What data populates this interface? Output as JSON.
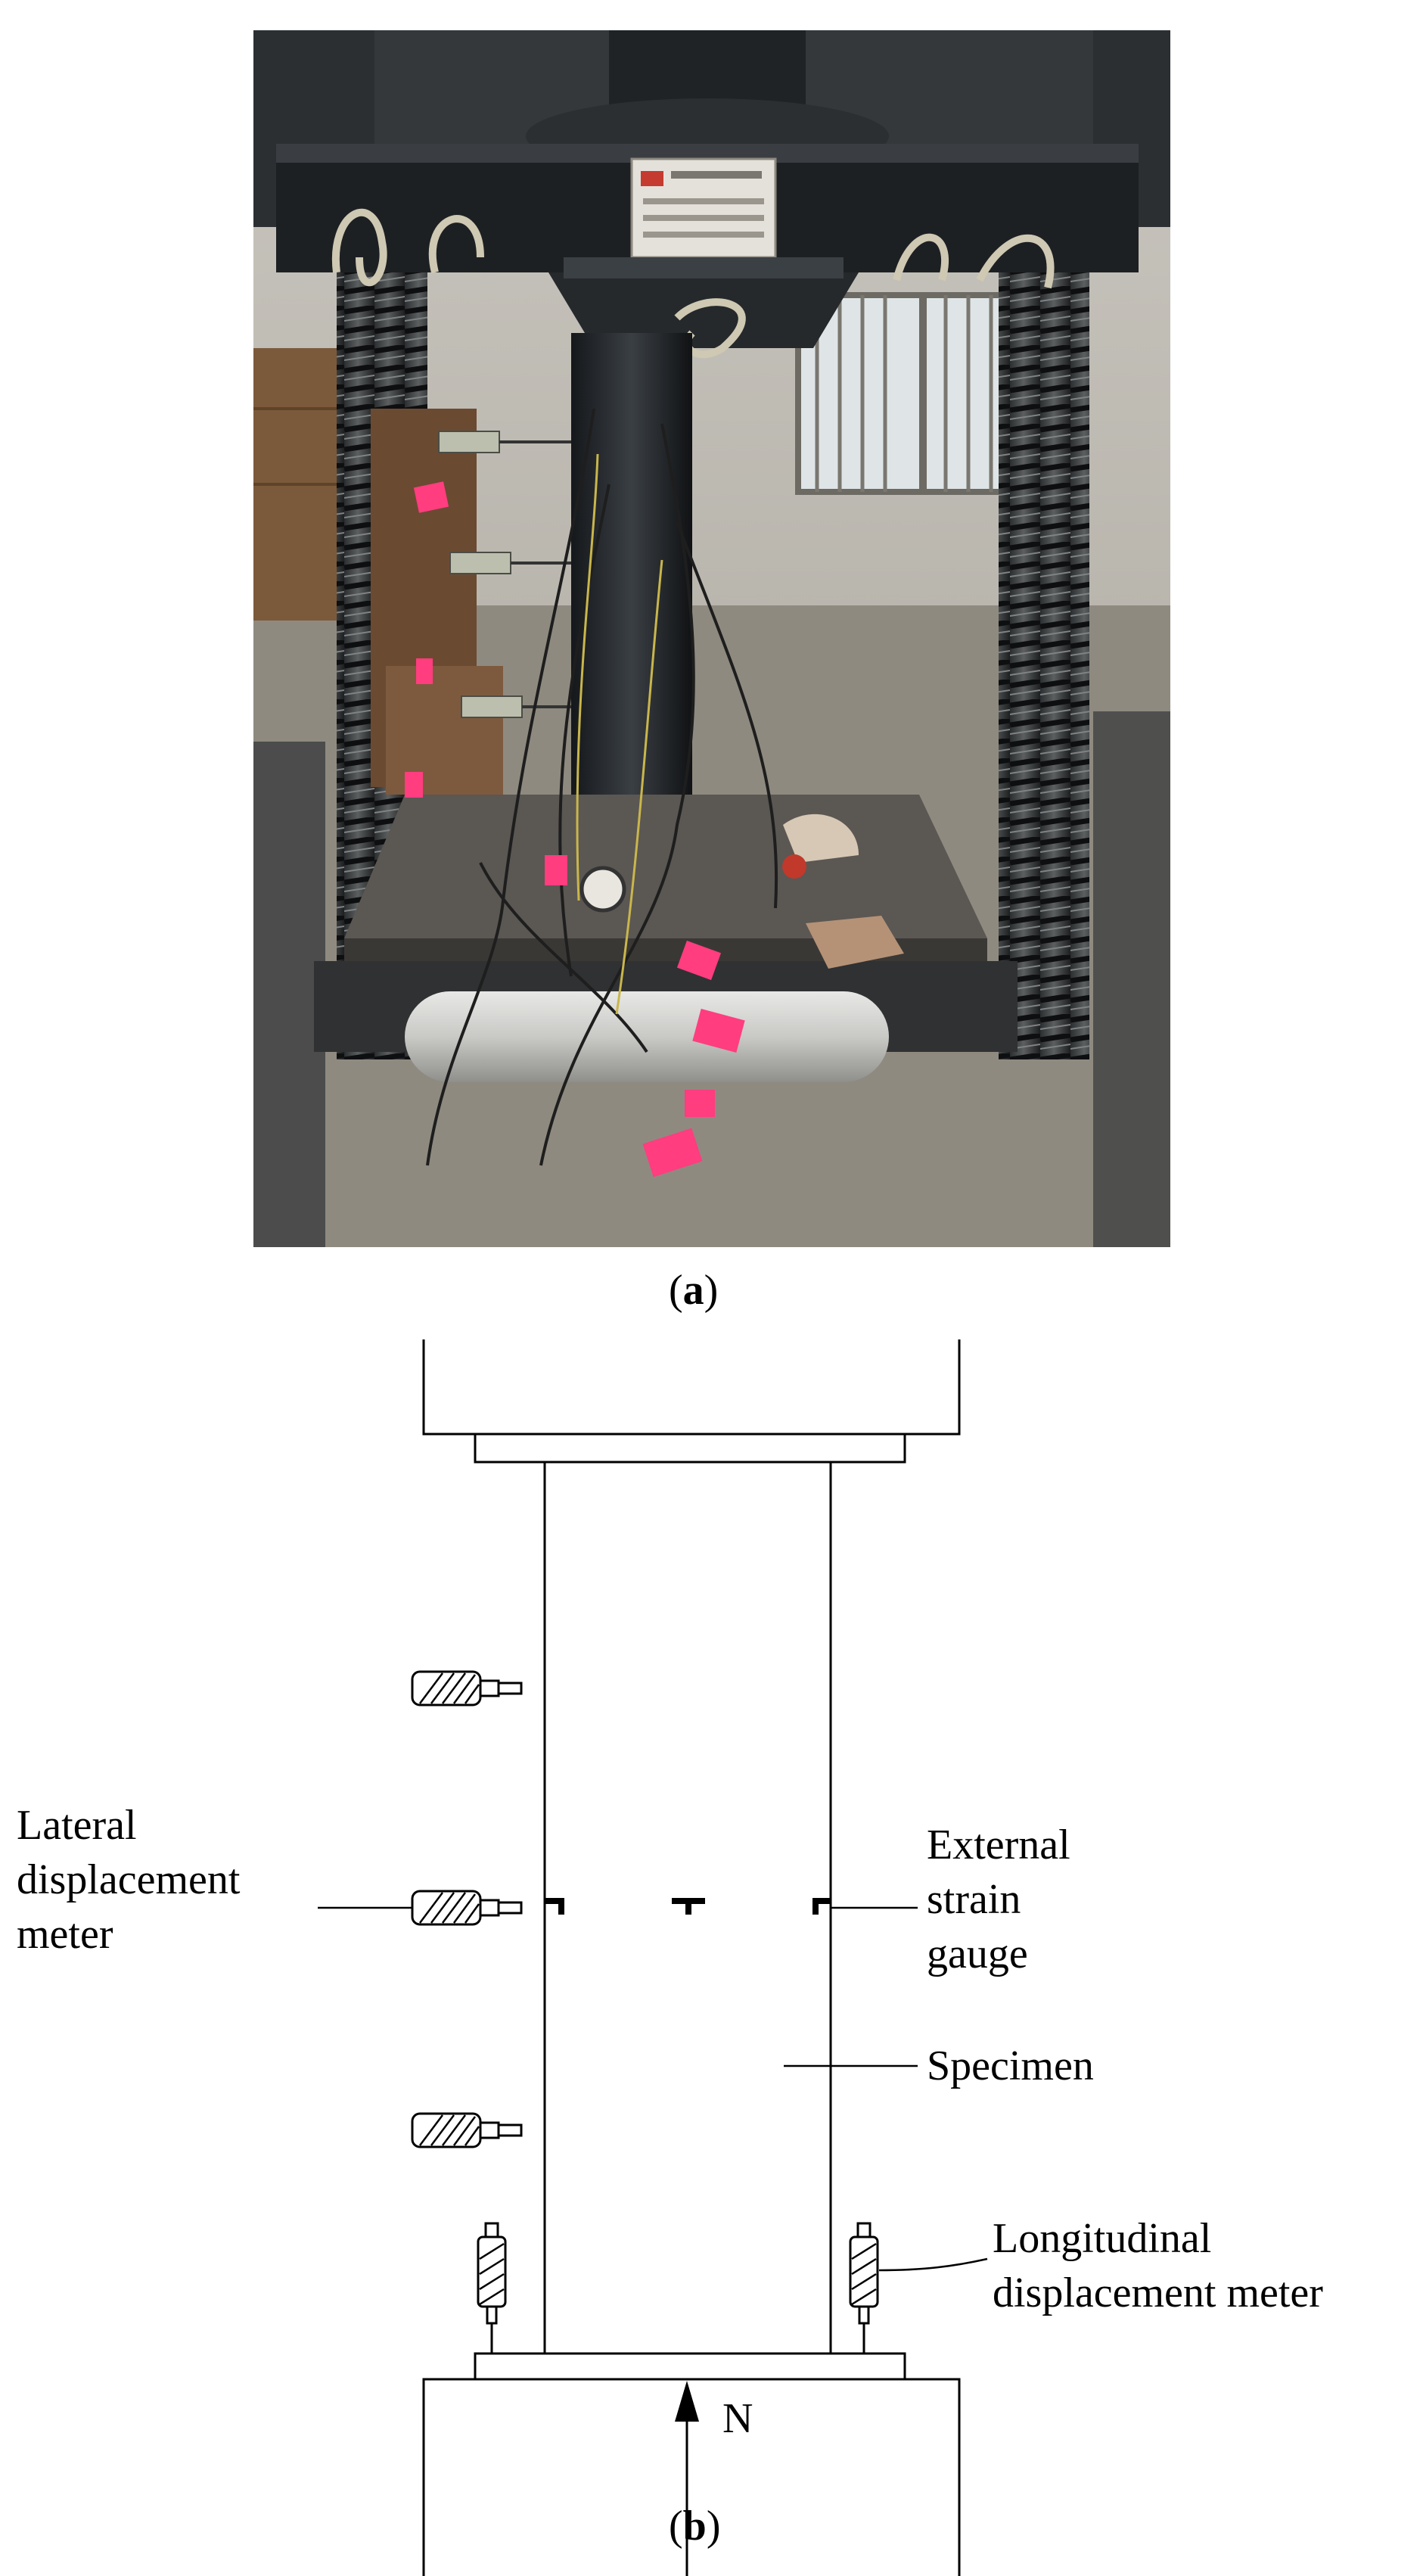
{
  "panel_a": {
    "caption_open": "(",
    "caption_letter": "a",
    "caption_close": ")"
  },
  "panel_b": {
    "caption_open": "(",
    "caption_letter": "b",
    "caption_close": ")",
    "labels": {
      "lateral": [
        "Lateral",
        "displacement",
        "meter"
      ],
      "strain": [
        "External",
        "strain",
        "gauge"
      ],
      "specimen": "Specimen",
      "longitudinal": [
        "Longitudinal",
        "displacement meter"
      ],
      "load": "N"
    }
  },
  "colors": {
    "line": "#000000",
    "background": "#ffffff",
    "strain_tag": "#ff3d7f",
    "steel": "#2a2d30"
  }
}
